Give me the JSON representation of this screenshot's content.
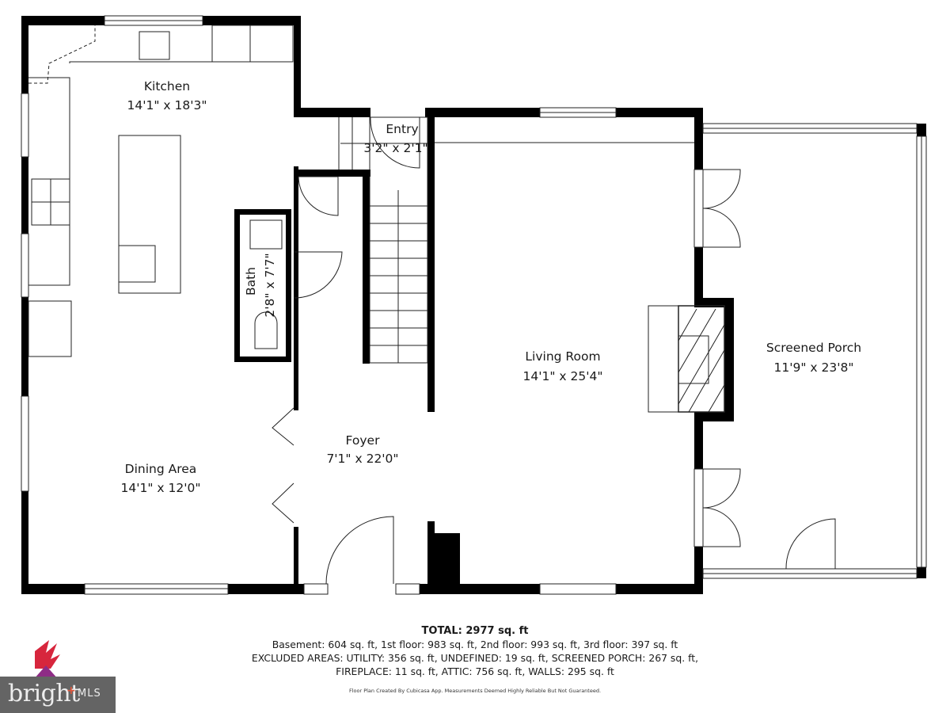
{
  "rooms": {
    "kitchen": {
      "name": "Kitchen",
      "dims": "14'1\" x 18'3\""
    },
    "entry": {
      "name": "Entry",
      "dims": "3'2\" x 2'1\""
    },
    "bath": {
      "name": "Bath",
      "dims": "2'8\" x 7'7\""
    },
    "living_room": {
      "name": "Living Room",
      "dims": "14'1\" x 25'4\""
    },
    "screened_porch": {
      "name": "Screened Porch",
      "dims": "11'9\" x 23'8\""
    },
    "foyer": {
      "name": "Foyer",
      "dims": "7'1\" x 22'0\""
    },
    "dining_area": {
      "name": "Dining Area",
      "dims": "14'1\" x 12'0\""
    }
  },
  "summary": {
    "total": "TOTAL: 2977 sq. ft",
    "floors": "Basement: 604 sq. ft, 1st floor: 983 sq. ft, 2nd floor: 993 sq. ft, 3rd floor: 397 sq. ft",
    "excluded_1": "EXCLUDED AREAS: UTILITY: 356 sq. ft, UNDEFINED: 19 sq. ft, SCREENED PORCH: 267 sq. ft,",
    "excluded_2": "FIREPLACE: 11 sq. ft, ATTIC: 756 sq. ft, WALLS: 295 sq. ft",
    "disclaimer": "Floor Plan Created By Cubicasa App. Measurements Deemed Highly Reliable But Not Guaranteed."
  },
  "logo": {
    "brand": "bright",
    "suffix": "MLS",
    "colors": {
      "bar": "#646464",
      "accent": "#e0553a",
      "mark_red": "#d7263d",
      "mark_purple": "#8e2c86"
    }
  },
  "colors": {
    "wall": "#000000",
    "line": "#1a1a1a",
    "background": "#ffffff"
  }
}
